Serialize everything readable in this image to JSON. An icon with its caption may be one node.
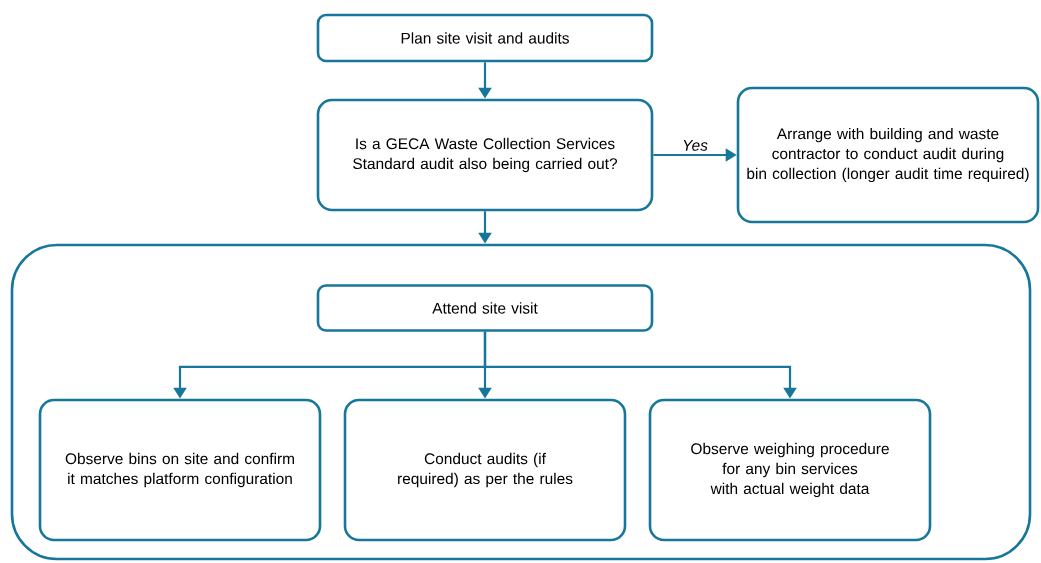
{
  "diagram": {
    "nodes": [
      {
        "text": [
          "Plan site visit and audits"
        ]
      },
      {
        "text": [
          "Is a GECA Waste Collection Services Standard audit also being carried out?"
        ]
      },
      {
        "text": [
          "Arrange with building and waste contractor to conduct audit during bin collection (longer audit time required)"
        ]
      },
      {
        "text": [],
        "shape": "box"
      },
      {
        "text": [
          "Attend site visit"
        ],
        "in": 3
      },
      {
        "text": [
          "Observe bins on site and confirm it matches platform configuration"
        ],
        "in": 3
      },
      {
        "text": [
          "Conduct audits (if required) as per the rules"
        ],
        "in": 3
      },
      {
        "text": [
          "Observe weighing procedure for any bin services with actual weight data"
        ],
        "in": 3
      }
    ],
    "edges": [
      {
        "from": 0,
        "to": 1,
        "arrow": "to"
      },
      {
        "from": 1,
        "to": 2,
        "arrow": "to",
        "label": "Yes"
      },
      {
        "from": 1,
        "to": 3,
        "arrow": "to"
      },
      {
        "from": 4,
        "to": 5,
        "arrow": "to"
      },
      {
        "from": 4,
        "to": 6,
        "arrow": "to"
      },
      {
        "from": 4,
        "to": 7,
        "arrow": "to"
      }
    ]
  }
}
